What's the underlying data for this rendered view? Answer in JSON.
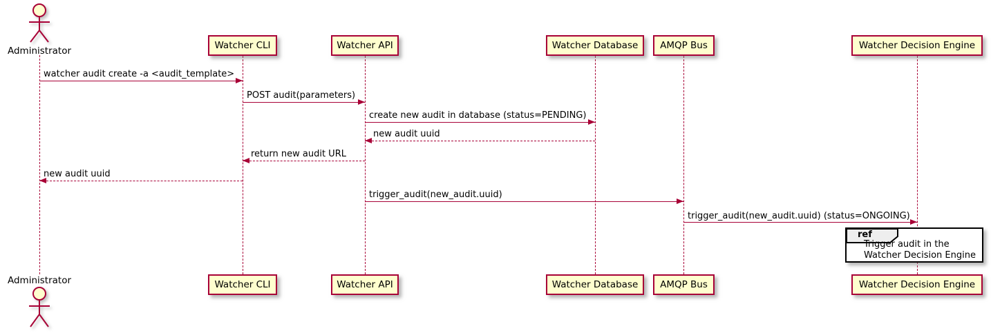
{
  "colors": {
    "participant_fill": "#FEFECE",
    "line_color": "#A80036",
    "ref_header_fill": "#EEEEEE",
    "ref_border": "#000000",
    "text": "#000000"
  },
  "actor": {
    "name": "Administrator"
  },
  "participants": [
    {
      "label": "Watcher CLI"
    },
    {
      "label": "Watcher API"
    },
    {
      "label": "Watcher Database"
    },
    {
      "label": "AMQP Bus"
    },
    {
      "label": "Watcher Decision Engine"
    }
  ],
  "messages": [
    {
      "text": "watcher audit create -a <audit_template>",
      "from": "Administrator",
      "to": "Watcher CLI",
      "style": "solid",
      "direction": "right"
    },
    {
      "text": "POST audit(parameters)",
      "from": "Watcher CLI",
      "to": "Watcher API",
      "style": "solid",
      "direction": "right"
    },
    {
      "text": "create new audit in database (status=PENDING)",
      "from": "Watcher API",
      "to": "Watcher Database",
      "style": "solid",
      "direction": "right"
    },
    {
      "text": "new audit uuid",
      "from": "Watcher Database",
      "to": "Watcher API",
      "style": "dashed",
      "direction": "left"
    },
    {
      "text": "return new audit URL",
      "from": "Watcher API",
      "to": "Watcher CLI",
      "style": "dashed",
      "direction": "left"
    },
    {
      "text": "new audit uuid",
      "from": "Watcher CLI",
      "to": "Administrator",
      "style": "dashed",
      "direction": "left"
    },
    {
      "text": "trigger_audit(new_audit.uuid)",
      "from": "Watcher API",
      "to": "AMQP Bus",
      "style": "solid",
      "direction": "right"
    },
    {
      "text": "trigger_audit(new_audit.uuid) (status=ONGOING)",
      "from": "AMQP Bus",
      "to": "Watcher Decision Engine",
      "style": "solid",
      "direction": "right"
    }
  ],
  "ref": {
    "keyword": "ref",
    "line1": "Trigger audit in the",
    "line2": "Watcher Decision Engine",
    "over": "Watcher Decision Engine"
  }
}
